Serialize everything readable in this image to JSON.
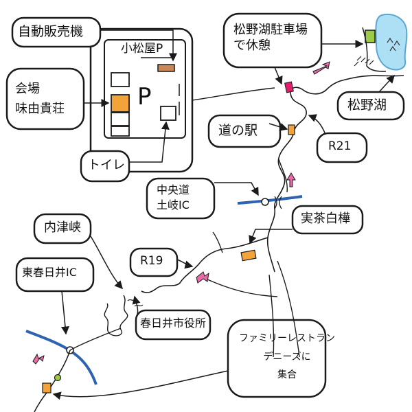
{
  "labels": {
    "vending_machine": "自動販売機",
    "venue": "会場\n味由貴荘",
    "komatsuya_parking": "小松屋P",
    "parking_p": "P",
    "toilet": "トイレ",
    "matsuno_lake_parking": "松野湖駐車場\nで休憩",
    "matsuno_lake": "松野湖",
    "michi_no_eki": "道の駅",
    "r21": "R21",
    "chuo_expressway_ic": "中央道\n土岐IC",
    "jissaku_shirakaba": "実茶白樺",
    "r19": "R19",
    "kasugai_ic": "東春日井IC",
    "naitsukyo": "内津峡",
    "kasugai_city_hall": "春日井市役所",
    "meeting_point": "ファミリーレストラン\nデニーズに\n集合"
  },
  "colors": {
    "outline": "#1a1a1a",
    "lake": "#aee0f5",
    "lake_border": "#5aa7d0",
    "highway": "#2d63b0",
    "orange": "#f2a33a",
    "pink": "#e86aa6",
    "magenta": "#e21d6b",
    "green": "#9ccc47",
    "brown": "#c98855",
    "tree": "#333333"
  }
}
